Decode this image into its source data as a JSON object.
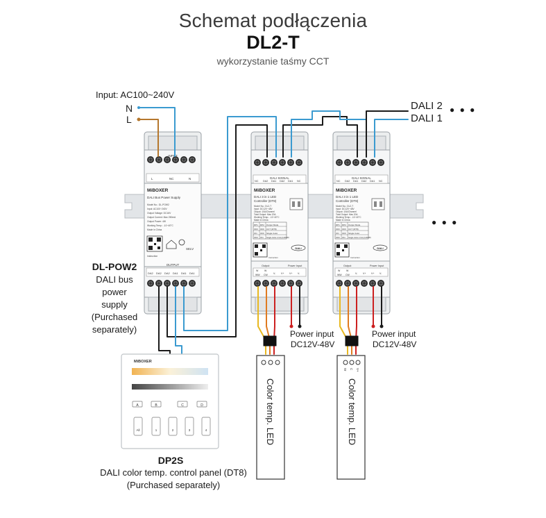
{
  "header": {
    "title": "Schemat podłączenia",
    "model": "DL2-T",
    "subtitle": "wykorzystanie taśmy CCT"
  },
  "mains": {
    "input_label": "Input: AC100~240V",
    "n_label": "N",
    "l_label": "L"
  },
  "dali_lines": {
    "dali2": "DALI 2",
    "dali1": "DALI 1",
    "more": "● ● ●"
  },
  "power_supply": {
    "name": "DL-POW2",
    "desc": [
      "DALI bus",
      "power",
      "supply",
      "(Purchased",
      "separately)"
    ],
    "brand": "MiBOXER",
    "device_title": "DALI Bus Power Supply",
    "input_header": "INPUT",
    "input_terms": [
      "L",
      "NC",
      "N"
    ],
    "output_header": "OUTPUT",
    "output_terms": [
      "DA2",
      "DA2",
      "DA2",
      "DA1",
      "DA1",
      "DA1"
    ],
    "specs": [
      "Model No.: DL-POW2",
      "Input: AC100~240V",
      "Output Voltage: DC16V",
      "Output Current: Max 250mA",
      "Output Power: 4W",
      "Working Temp.: -10~40°C",
      "Made in China"
    ],
    "selv": "SELV",
    "instruction": "Instruction"
  },
  "controller": {
    "brand": "MiBOXER",
    "title": [
      "DALI 3 in 1 LED",
      "Controller (DT8)"
    ],
    "signal_header": "DALI SIGNAL",
    "signal_terms": [
      "NC",
      "DA2",
      "DA1",
      "DA2",
      "DA1",
      "NC"
    ],
    "specs": [
      "Model No.: DL2-T",
      "Input: DC12V~48V",
      "Output: 10A/Channel",
      "Total Output: Max 20A",
      "Working Temp.: -10~40°C",
      "Made in China"
    ],
    "dip_table": [
      [
        "DP1",
        "DP2",
        "Output Mode"
      ],
      [
        "OFF",
        "OFF",
        "CCT (DT8)"
      ],
      [
        "ON",
        "OFF",
        "Single Color"
      ],
      [
        "OFF",
        "ON",
        "Single Color 2 CH (2 ADDR)"
      ]
    ],
    "dali_logo": "DALI",
    "instruction": "Instruction",
    "output_header": "Output",
    "power_header": "Power Input",
    "output_terms": [
      "W",
      "W",
      "WW",
      "CW"
    ],
    "power_terms": [
      "V-",
      "V+",
      "V+",
      "V-"
    ],
    "power_input": "Power input",
    "power_voltage": "DC12V-48V"
  },
  "led_strip": {
    "label": "Color temp. LED",
    "pins": [
      "W",
      "C",
      "V+"
    ]
  },
  "panel": {
    "brand": "MiBOXER",
    "name": "DP2S",
    "desc": [
      "DALI color temp. control panel (DT8)",
      "(Purchased separately)"
    ],
    "zones": [
      "A",
      "B",
      "C",
      "D"
    ],
    "channels": [
      "All",
      "1",
      "2",
      "3",
      "4"
    ]
  },
  "right_more": "● ● ●",
  "colors": {
    "blue_wire": "#3a9ad0",
    "brown_wire": "#b5772d",
    "black_wire": "#1a1a1a",
    "red_wire": "#cc1f1f",
    "yellow_wire": "#e8b820",
    "device_body": "#eef0f1",
    "rail": "#dcdfe2"
  }
}
